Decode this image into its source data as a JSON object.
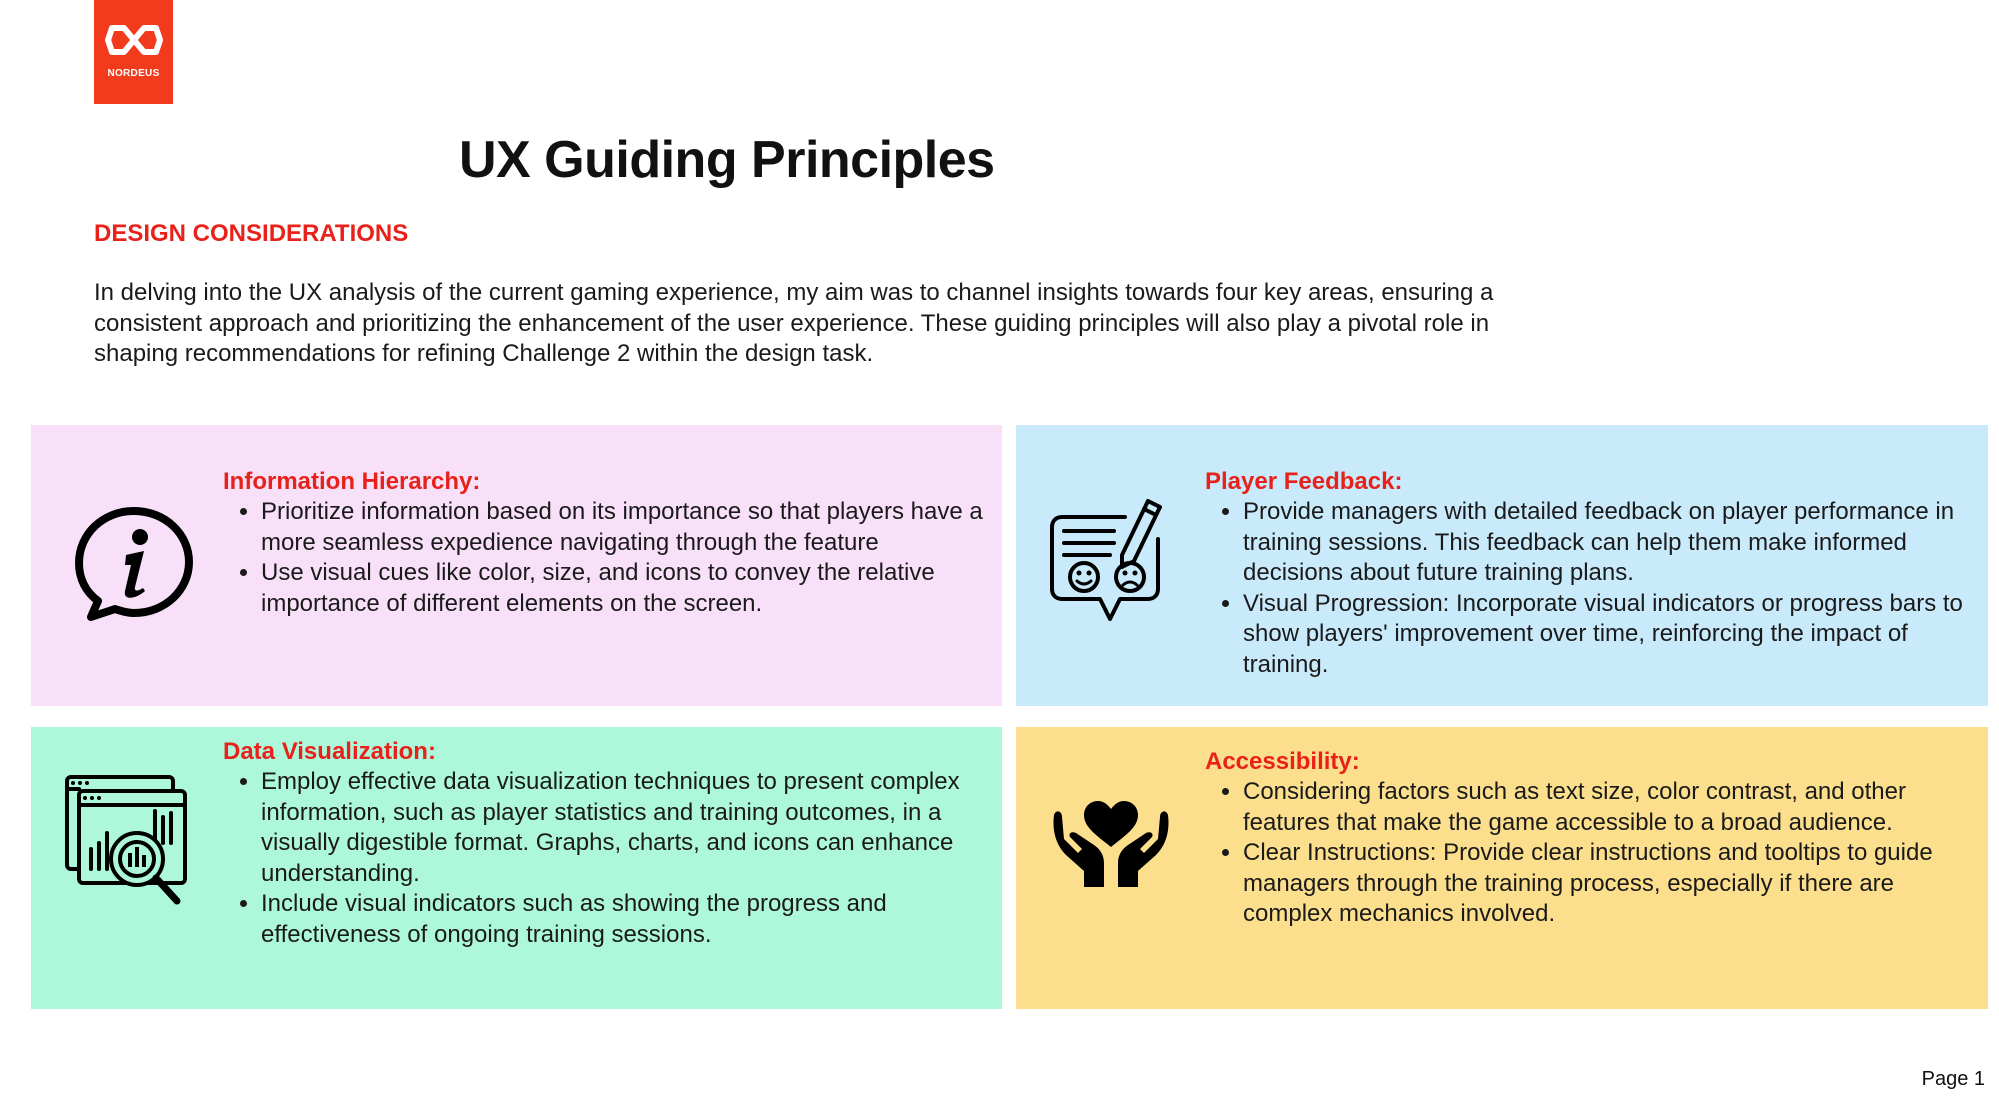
{
  "logo": {
    "text": "NORDEUS",
    "color": "#f23b1c"
  },
  "title": "UX Guiding Principles",
  "subheading": "DESIGN CONSIDERATIONS",
  "intro": "In delving into the UX analysis of the current gaming experience, my aim was to channel insights towards four key areas, ensuring a consistent approach and prioritizing the enhancement of the user experience. These guiding principles will also play a pivotal role in shaping recommendations for refining Challenge 2 within the design task.",
  "cards": [
    {
      "icon": "info-speech-bubble-icon",
      "color": "#f8e1f8",
      "heading": "Information Hierarchy:",
      "bullets": [
        "Prioritize information based on its importance so that players have a more seamless expedience navigating through the feature",
        "Use visual cues like color, size, and icons to convey the relative importance of different elements on the screen."
      ]
    },
    {
      "icon": "feedback-form-icon",
      "color": "#c9eafb",
      "heading": "Player Feedback:",
      "bullets": [
        "Provide managers with detailed feedback on player performance in training sessions. This feedback can help them make informed decisions about future training plans.",
        "Visual Progression: Incorporate visual indicators or progress bars to show players' improvement over time, reinforcing the impact of training."
      ]
    },
    {
      "icon": "data-analysis-icon",
      "color": "#adf8da",
      "heading": "Data Visualization:",
      "bullets": [
        "Employ effective data visualization techniques to present complex information, such as player statistics and training outcomes, in a visually digestible format. Graphs, charts, and icons can enhance understanding.",
        "Include visual indicators such as showing the progress and effectiveness of ongoing training sessions."
      ]
    },
    {
      "icon": "heart-hands-icon",
      "color": "#fcdf8d",
      "heading": "Accessibility:",
      "bullets": [
        "Considering factors such as text size, color contrast, and other features that make the game accessible to a broad audience.",
        "Clear Instructions: Provide clear instructions and tooltips to guide managers through the training process, especially if there are complex mechanics involved."
      ]
    }
  ],
  "accent_color": "#e8211a",
  "page_number": "Page 1"
}
